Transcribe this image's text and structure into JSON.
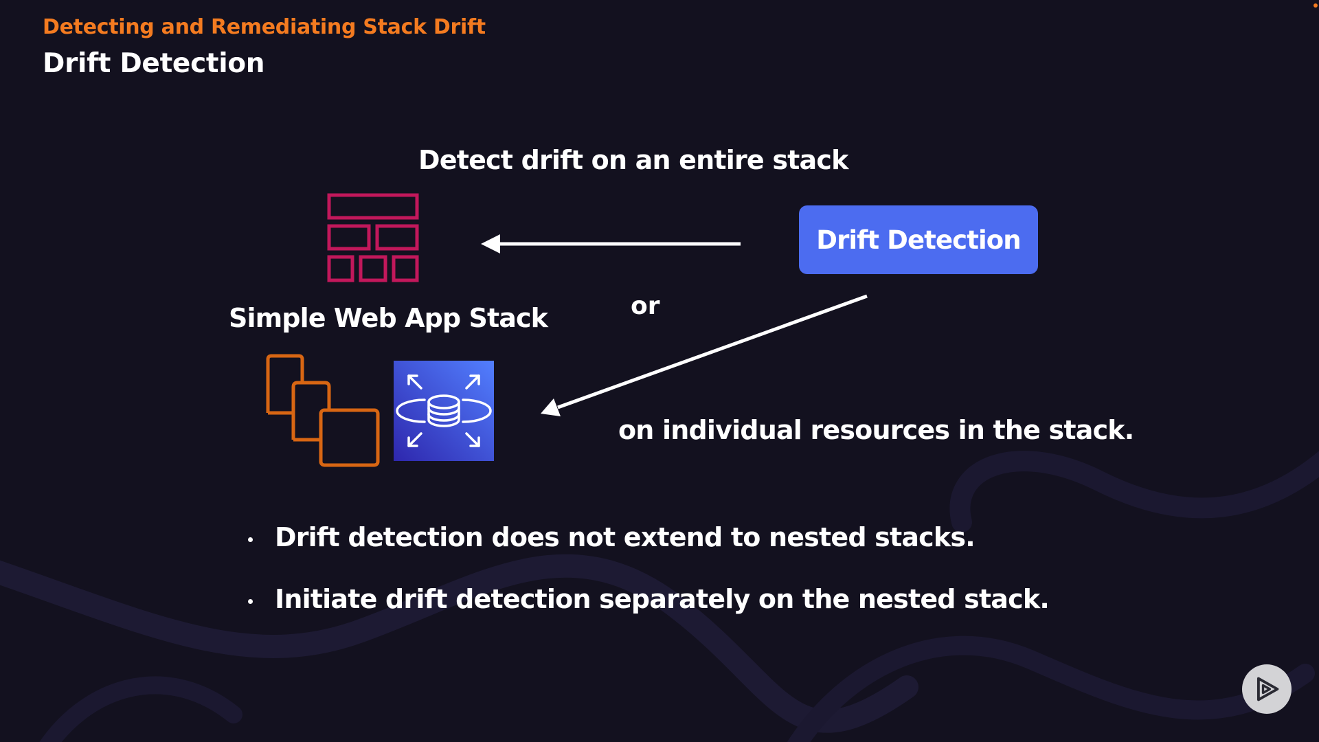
{
  "header": {
    "eyebrow": "Detecting and Remediating Stack Drift",
    "title": "Drift Detection"
  },
  "diagram": {
    "entire_stack_label": "Detect drift on an entire stack",
    "or_label": "or",
    "stack_name": "Simple Web App Stack",
    "individual_label": "on individual resources in the stack.",
    "drift_button_label": "Drift Detection"
  },
  "bullets": [
    "Drift detection does not extend to nested stacks.",
    "Initiate drift detection separately on the nested stack."
  ],
  "icons": {
    "stack": "cloudformation-stack-icon",
    "ec2": "ec2-instances-icon",
    "rds": "rds-database-icon",
    "logo": "play-logo-icon"
  },
  "colors": {
    "background": "#13111f",
    "accent_orange": "#f47b20",
    "button_blue": "#4c6cf0",
    "stack_icon_magenta": "#c2185b",
    "ec2_orange": "#d86613"
  }
}
